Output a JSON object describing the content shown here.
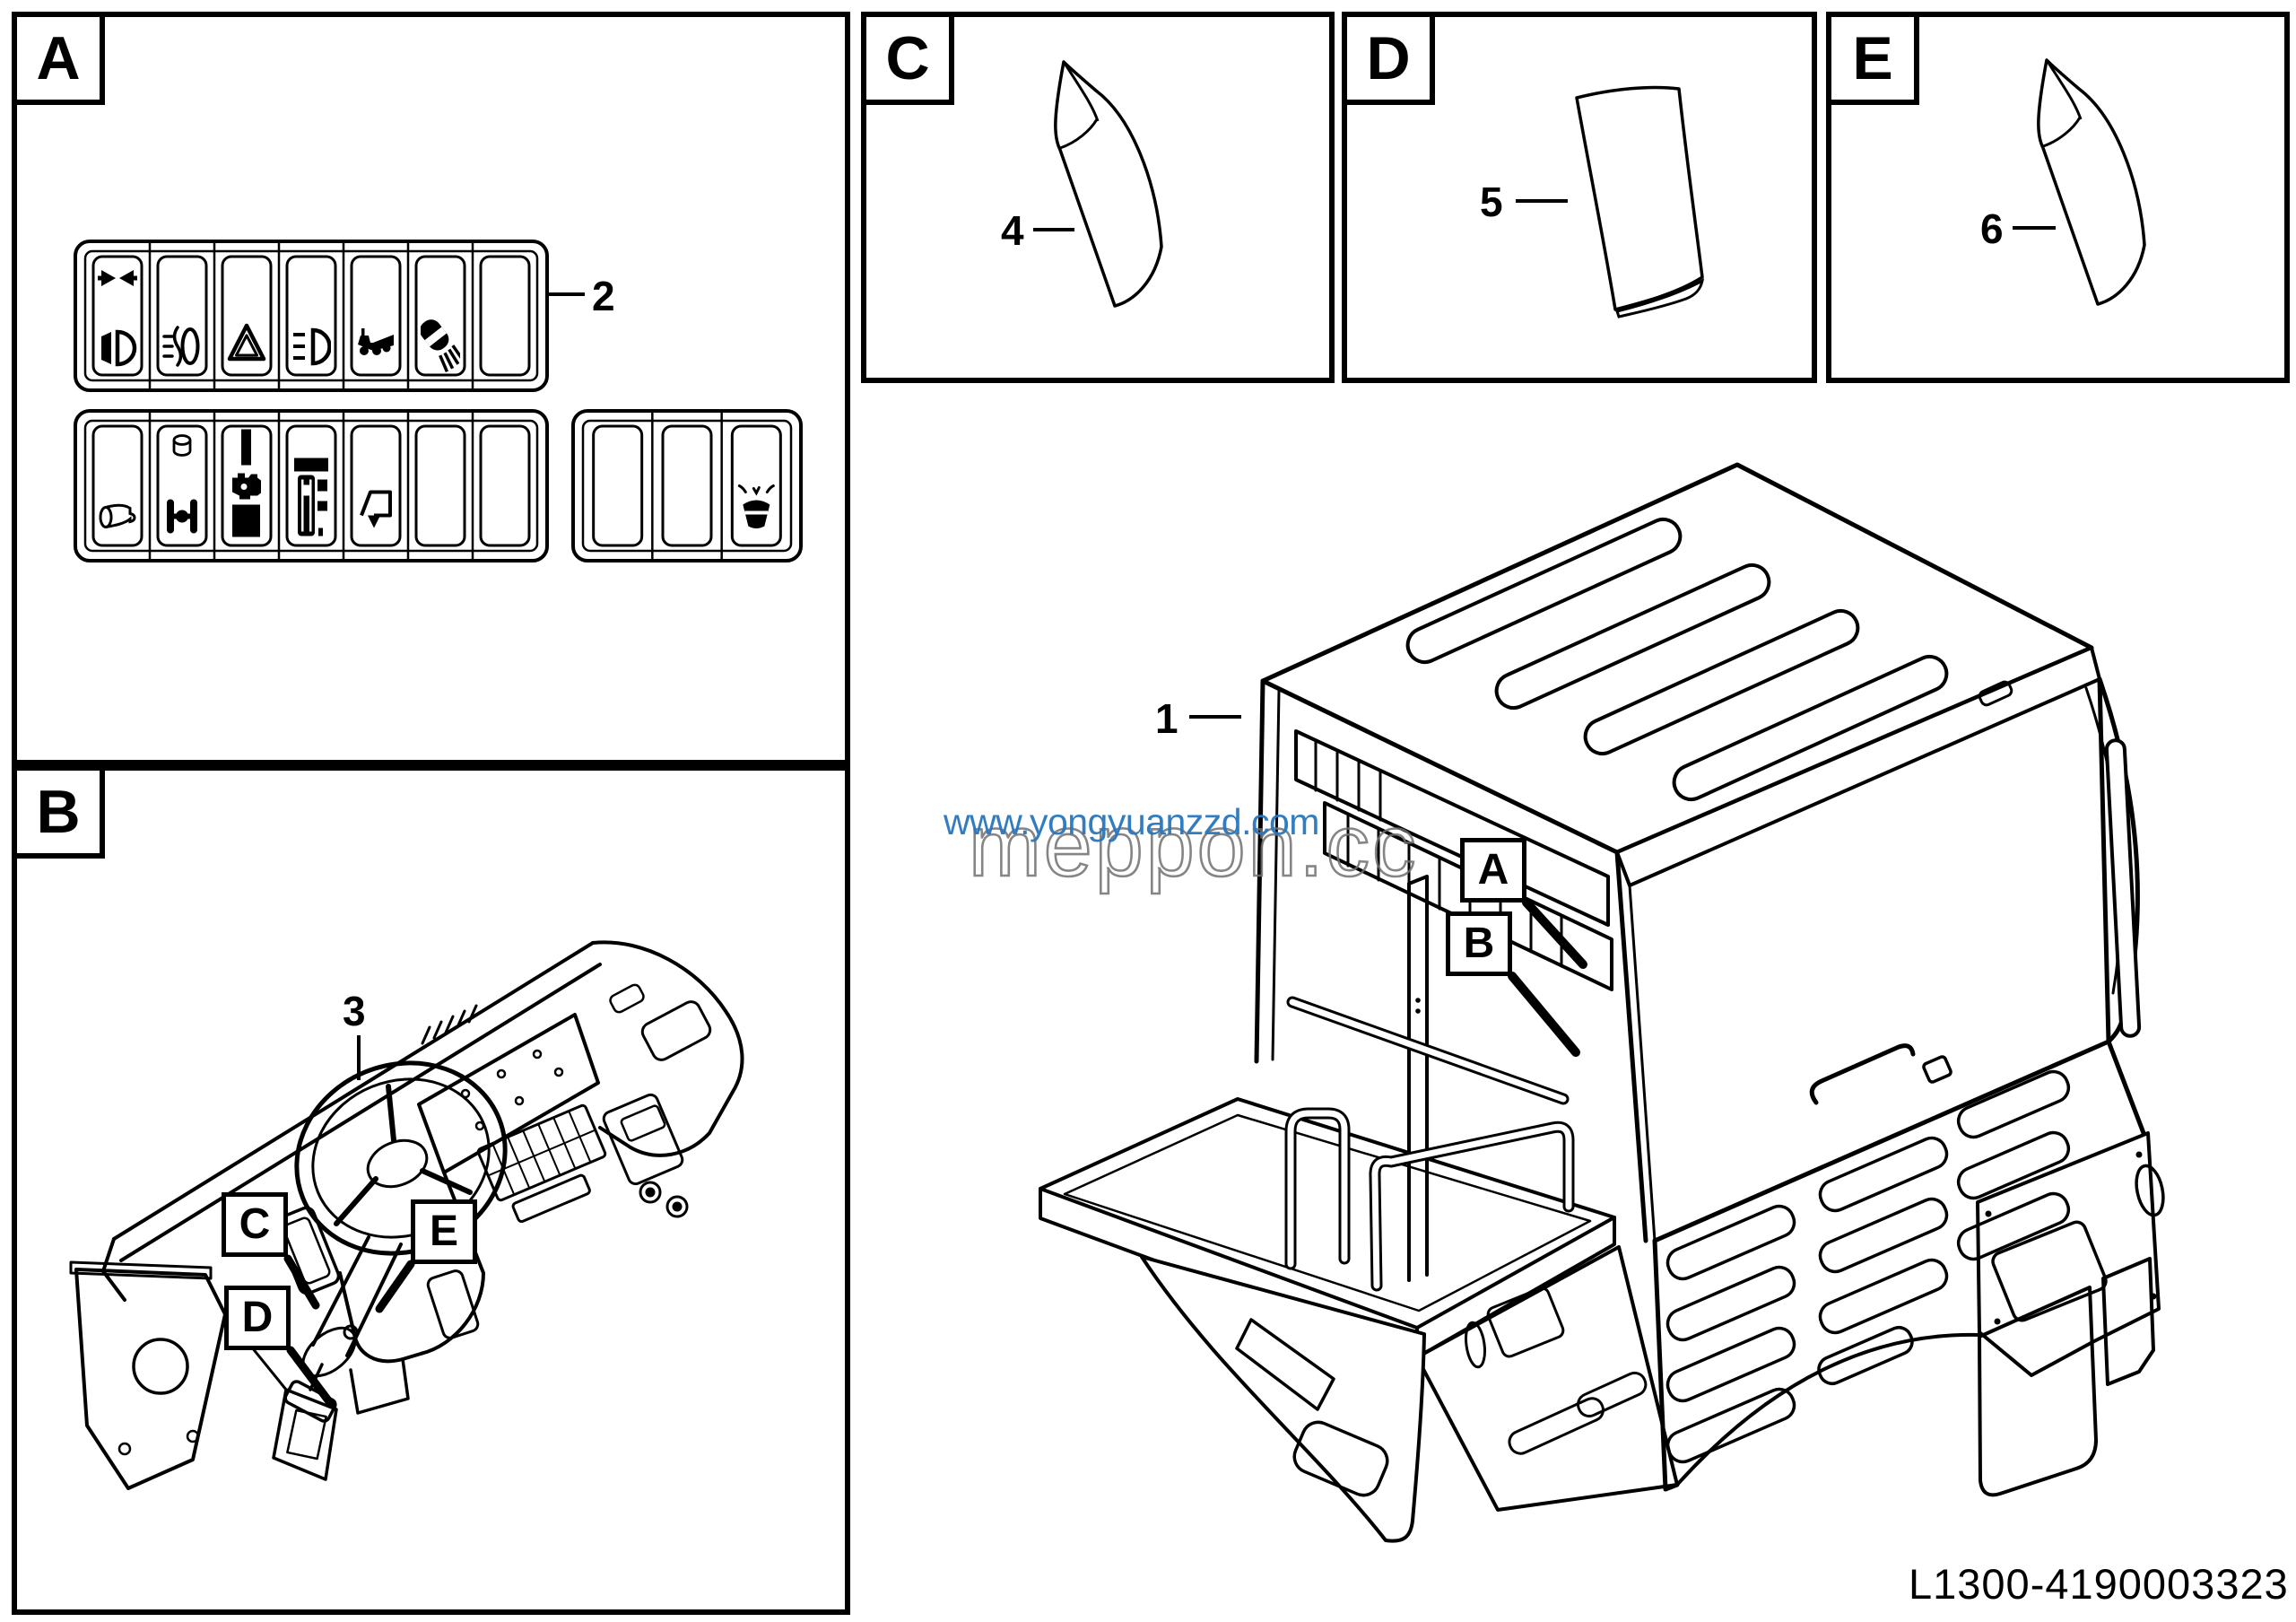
{
  "document": {
    "part_number": "L1300-4190003323"
  },
  "watermark": {
    "url_text": "www.yongyuanzzd.com",
    "brand_text": "meppon.cc",
    "url_color": "#2877be",
    "outline_color": "#707070"
  },
  "sections": {
    "a": "A",
    "b": "B",
    "c": "C",
    "d": "D",
    "e": "E"
  },
  "items": {
    "cab": "1",
    "switch_panel": "2",
    "dashboard": "3",
    "sticker_c": "4",
    "sticker_d": "5",
    "sticker_e": "6"
  },
  "callouts": {
    "truck_a": "A",
    "truck_b": "B",
    "dash_c": "C",
    "dash_d": "D",
    "dash_e": "E"
  },
  "switch_panels": {
    "row1": [
      "clearance-low-beam",
      "front-fog",
      "hazard",
      "high-beam",
      "tipper",
      "work-lamp",
      "blank"
    ],
    "row2": [
      "horn",
      "diff-lock",
      "exhaust-brake",
      "cab-tilt",
      "roof-hatch",
      "blank",
      "blank"
    ],
    "aux": [
      "blank",
      "blank",
      "washer-wiper"
    ]
  }
}
